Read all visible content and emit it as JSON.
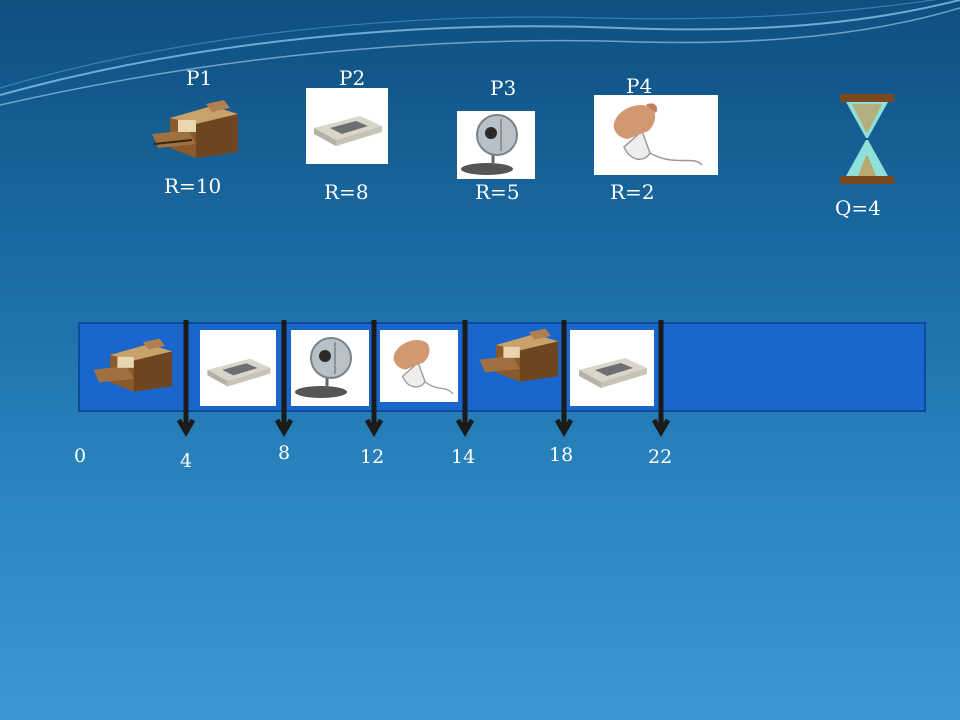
{
  "processes": [
    {
      "name": "P1",
      "label": "R=10",
      "icon": "printer-icon"
    },
    {
      "name": "P2",
      "label": "R=8",
      "icon": "scanner-icon"
    },
    {
      "name": "P3",
      "label": "R=5",
      "icon": "webcam-icon"
    },
    {
      "name": "P4",
      "label": "R=2",
      "icon": "mouse-icon"
    }
  ],
  "quantum": {
    "label": "Q=4",
    "icon": "hourglass-icon"
  },
  "timeline": {
    "slots": [
      "printer-icon",
      "scanner-icon",
      "webcam-icon",
      "mouse-icon",
      "printer-icon",
      "scanner-icon"
    ],
    "ticks": [
      "0",
      "4",
      "8",
      "12",
      "14",
      "18",
      "22"
    ]
  },
  "colors": {
    "background": "#1a6aa3",
    "timeline_bar": "#1a66cc",
    "arrow": "#1b1b1b",
    "text": "#ffffff"
  }
}
